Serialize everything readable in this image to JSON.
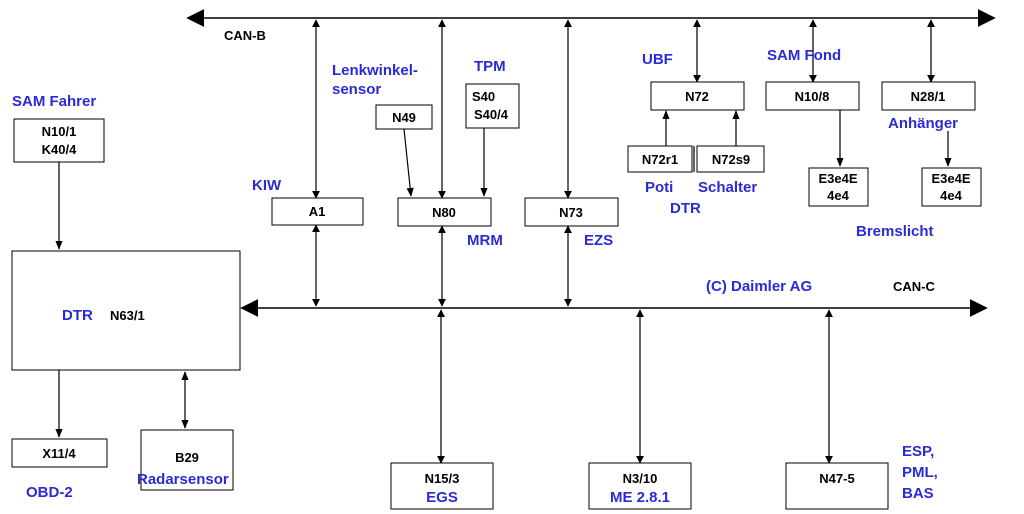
{
  "colors": {
    "label_blue": "#2b2bd6",
    "line": "#000000"
  },
  "buses": {
    "can_b": "CAN-B",
    "can_c": "CAN-C"
  },
  "copyright": "(C) Daimler AG",
  "modules": {
    "n10_1": {
      "line1": "N10/1",
      "line2": "K40/4"
    },
    "n63_1": "N63/1",
    "x11_4": "X11/4",
    "b29": "B29",
    "a1": "A1",
    "n49": "N49",
    "s40": {
      "line1": "S40",
      "line2": "S40/4"
    },
    "n80": "N80",
    "n73": "N73",
    "n72": "N72",
    "n72r1": "N72r1",
    "n72s9": "N72s9",
    "n10_8": "N10/8",
    "n28_1": "N28/1",
    "e3e4_left": {
      "line1": "E3e4E",
      "line2": "4e4"
    },
    "e3e4_right": {
      "line1": "E3e4E",
      "line2": "4e4"
    },
    "n15_3": "N15/3",
    "n3_10": "N3/10",
    "n47_5": "N47-5"
  },
  "labels": {
    "sam_fahrer": "SAM Fahrer",
    "dtr_main": "DTR",
    "obd2": "OBD-2",
    "radarsensor": "Radarsensor",
    "kiw": "KIW",
    "lenkwinkel_1": "Lenkwinkel-",
    "lenkwinkel_2": "sensor",
    "tpm": "TPM",
    "mrm": "MRM",
    "ezs": "EZS",
    "ubf": "UBF",
    "poti": "Poti",
    "schalter": "Schalter",
    "dtr_sub": "DTR",
    "sam_fond": "SAM Fond",
    "anhaenger": "Anhänger",
    "bremslicht": "Bremslicht",
    "egs": "EGS",
    "me281": "ME 2.8.1",
    "esp": "ESP,",
    "pml": "PML,",
    "bas": "BAS"
  }
}
